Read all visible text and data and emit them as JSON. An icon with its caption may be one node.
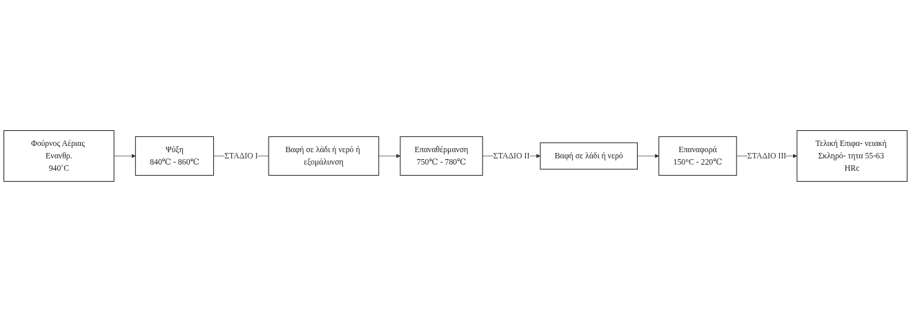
{
  "diagram": {
    "nodes": [
      {
        "text": [
          "Φούρνος Αέριας Ενανθρ.",
          "940˚C"
        ]
      },
      {
        "text": [
          "Ψύξη",
          "840℃ - 860℃"
        ]
      },
      {
        "text": [
          "Επαναθέρμανση",
          "750℃ - 780℃"
        ]
      },
      {
        "text": [
          "Επαναφορά",
          "150°C - 220℃"
        ]
      },
      {
        "text": [
          "Βαφή σε λάδι ή νερό ή εξομάλυνση"
        ]
      },
      {
        "text": [
          "Βαφή σε λάδι ή νερό"
        ]
      },
      {
        "text": [
          "Τελική Επιφα- νειακή Σκληρό- τητα 55-63 HRc"
        ]
      }
    ],
    "edges": [
      {
        "from": 0,
        "to": 1,
        "arrow": "to"
      },
      {
        "from": 1,
        "to": 4,
        "arrow": "none",
        "label": "ΣΤΑΔΙΟ I"
      },
      {
        "from": 4,
        "to": 2,
        "arrow": "to"
      },
      {
        "from": 2,
        "to": 5,
        "arrow": "to",
        "label": "ΣΤΑΔΙΟ II"
      },
      {
        "from": 5,
        "to": 3,
        "arrow": "to"
      },
      {
        "from": 3,
        "to": 6,
        "arrow": "to",
        "label": "ΣΤΑΔΙΟ III"
      }
    ]
  }
}
